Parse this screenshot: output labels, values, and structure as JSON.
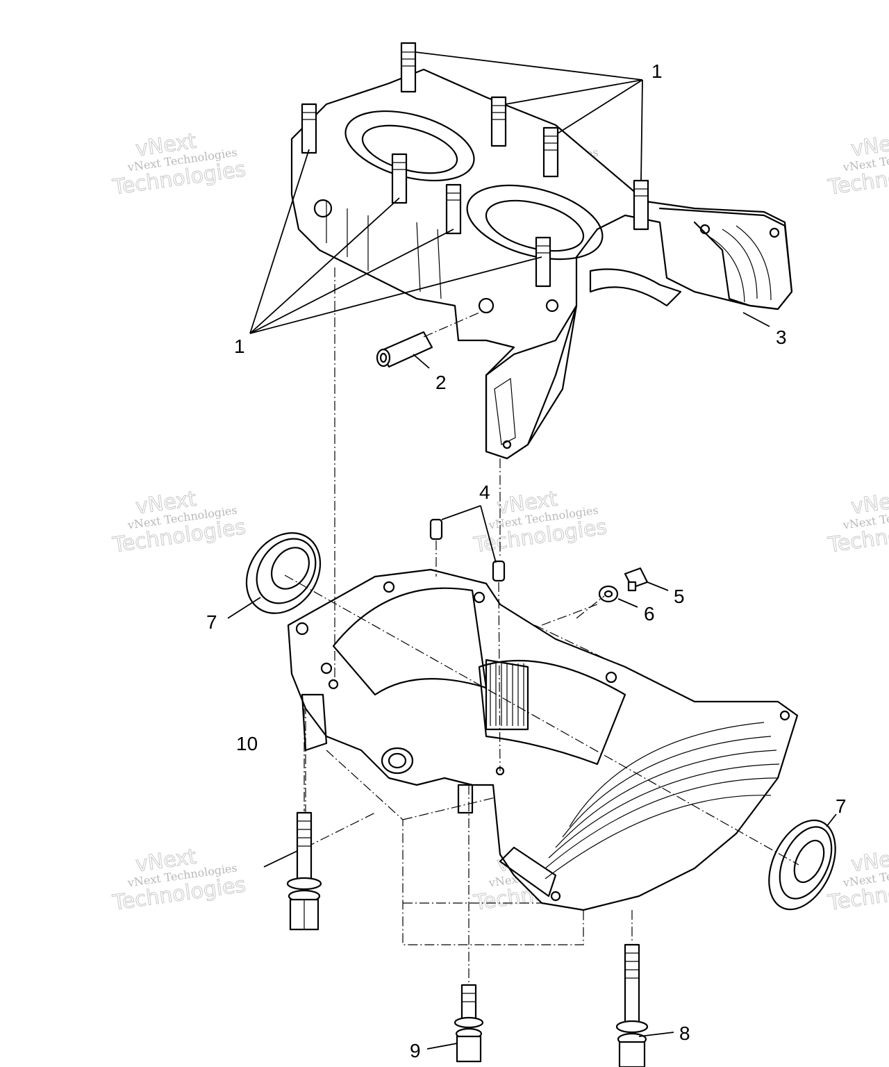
{
  "watermark": {
    "line1": "vNext Technologies",
    "line2": "vNext",
    "line3": "Technologies"
  },
  "callouts": {
    "c1_top": "1",
    "c1_left": "1",
    "c2": "2",
    "c3": "3",
    "c4": "4",
    "c5": "5",
    "c6": "6",
    "c7_left": "7",
    "c7_right": "7",
    "c8": "8",
    "c9": "9",
    "c10": "10"
  }
}
